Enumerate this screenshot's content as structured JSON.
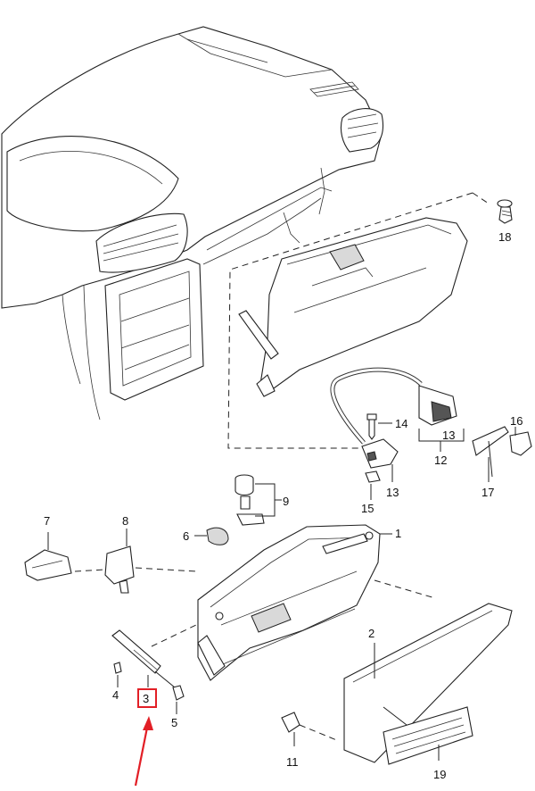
{
  "diagram": {
    "callouts": [
      "1",
      "2",
      "3",
      "4",
      "5",
      "6",
      "7",
      "8",
      "9",
      "11",
      "12",
      "13",
      "14",
      "15",
      "16",
      "17",
      "18",
      "19"
    ],
    "highlighted_callout": "3",
    "highlight_color": "#e21f26",
    "arrow_color": "#e21f26",
    "line_color": "#222222"
  }
}
